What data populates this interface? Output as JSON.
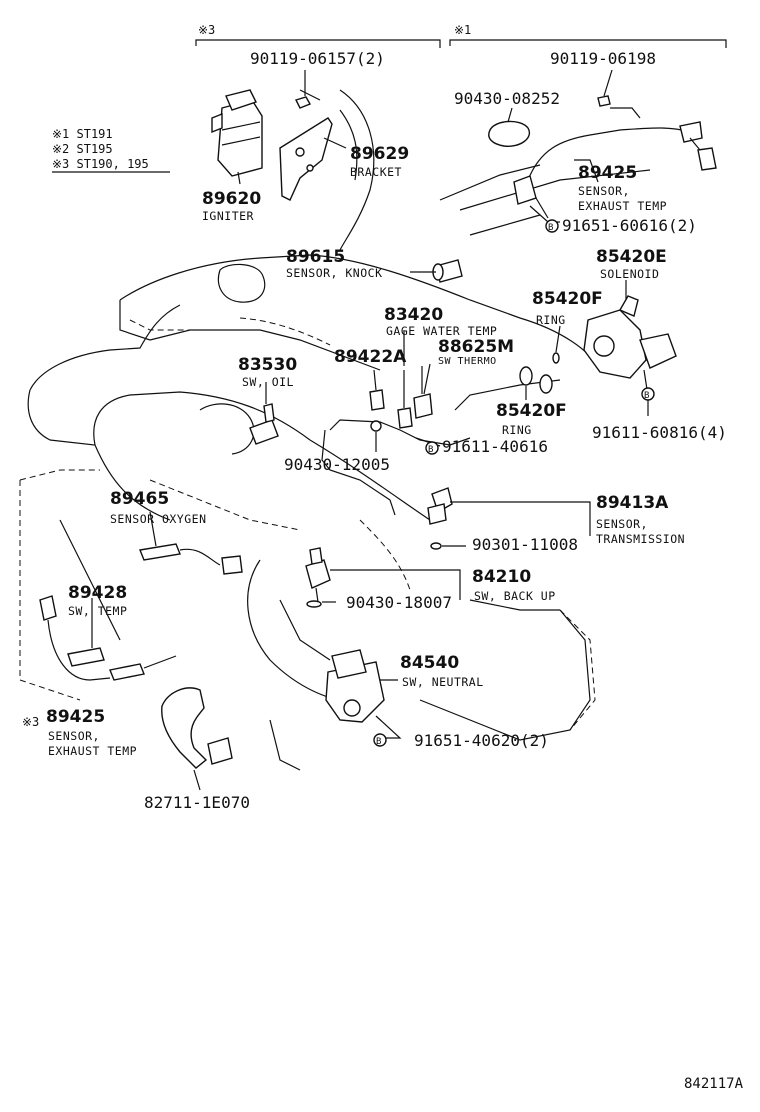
{
  "notes": {
    "n1": "※1 ST191",
    "n2": "※2 ST195",
    "n3": "※3 ST190, 195"
  },
  "brackets": {
    "b3": "※3",
    "b1": "※1"
  },
  "labels": {
    "l01": "90119-06157(2)",
    "l02": "90119-06198",
    "l03": "90430-08252",
    "l04": "89629",
    "l05": "BRACKET",
    "l06": "89620",
    "l07": "IGNITER",
    "l08": "89425",
    "l09": "SENSOR,",
    "l10": "EXHAUST TEMP",
    "l11": "91651-60616(2)",
    "l12": "89615",
    "l13": "SENSOR, KNOCK",
    "l14": "85420E",
    "l15": "SOLENOID",
    "l16": "83420",
    "l17": "GAGE WATER TEMP",
    "l18": "85420F",
    "l19": "RING",
    "l20": "83530",
    "l21": "SW, OIL",
    "l22": "89422A",
    "l23": "88625M",
    "l24": "SW THERMO",
    "l25": "85420F",
    "l26": "RING",
    "l27": "91611-60816(4)",
    "l28": "90430-12005",
    "l29": "91611-40616",
    "l30": "89465",
    "l31": "SENSOR OXYGEN",
    "l32": "89413A",
    "l33": "SENSOR,",
    "l34": "TRANSMISSION",
    "l35": "90301-11008",
    "l36": "84210",
    "l37": "SW, BACK UP",
    "l38": "89428",
    "l39": "SW, TEMP",
    "l40": "90430-18007",
    "l41": "84540",
    "l42": "SW, NEUTRAL",
    "l43": "※3",
    "l44": "89425",
    "l45": "SENSOR,",
    "l46": "EXHAUST TEMP",
    "l47": "91651-40620(2)",
    "l48": "82711-1E070"
  },
  "markers": {
    "b": "B"
  },
  "ref": "842117A"
}
